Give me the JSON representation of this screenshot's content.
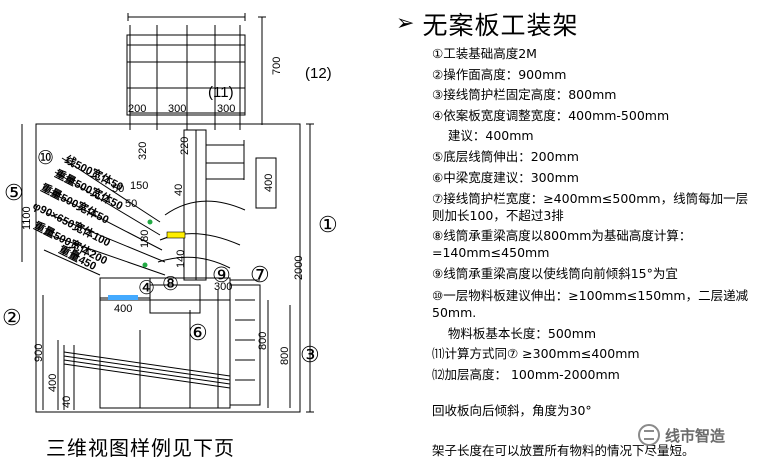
{
  "title": "无案板工装架",
  "specs": [
    "①工装基础高度2M",
    "②操作面高度：900mm",
    "③接线筒护栏固定高度：800mm",
    "④依案板宽度调整宽度：400mm-500mm",
    "    建议：400mm",
    "⑤底层线筒伸出：200mm",
    "⑥中梁宽度建议：300mm",
    "⑦接线筒护栏宽度：≥400mm≤500mm，线筒每加一层则加长100，不超过3排",
    "⑧线筒承重梁高度以800mm为基础高度计算：=140mm≤450mm",
    "⑨线筒承重梁高度以使线筒向前倾斜15°为宜",
    "⑩一层物料板建议伸出：≥100mm≤150mm，二层递减50mm.",
    "    物料板基本长度：500mm",
    "⑾计算方式同⑦ ≥300mm≤400mm",
    "⑿加层高度： 100mm-2000mm"
  ],
  "note1": "回收板向后倾斜，角度为30°",
  "note2": "架子长度在可以放置所有物料的情况下尽量短。",
  "caption": "三维视图样例见下页",
  "watermark": "线市智造",
  "drawing": {
    "dims": {
      "d700": "700",
      "d200": "200",
      "d300a": "300",
      "d300b": "300",
      "d320": "320",
      "d220": "220",
      "d400a": "400",
      "d150": "150",
      "d40a": "40",
      "d50a": "50",
      "d50b": "50",
      "d1100": "1100",
      "d180": "180",
      "d140": "140",
      "d2000": "2000",
      "d300c": "300",
      "d400b": "400",
      "d900": "900",
      "d400c": "400",
      "d40b": "40",
      "d800a": "800",
      "d800b": "800"
    },
    "shelf_labels": [
      "线500宽体50",
      "重量500宽体50",
      "重量500宽体50",
      "φ90×650宽体100",
      "重量500宽体200",
      "重量450"
    ],
    "circles": {
      "c1": "①",
      "c2": "②",
      "c3": "③",
      "c4": "④",
      "c5": "⑤",
      "c6": "⑥",
      "c7": "⑦",
      "c8": "⑧",
      "c9": "⑨",
      "c10": "⑩",
      "c11": "(11)",
      "c12": "(12)"
    },
    "colors": {
      "line": "#000000",
      "highlight": "#ffee00",
      "accent": "#44aaff"
    }
  }
}
